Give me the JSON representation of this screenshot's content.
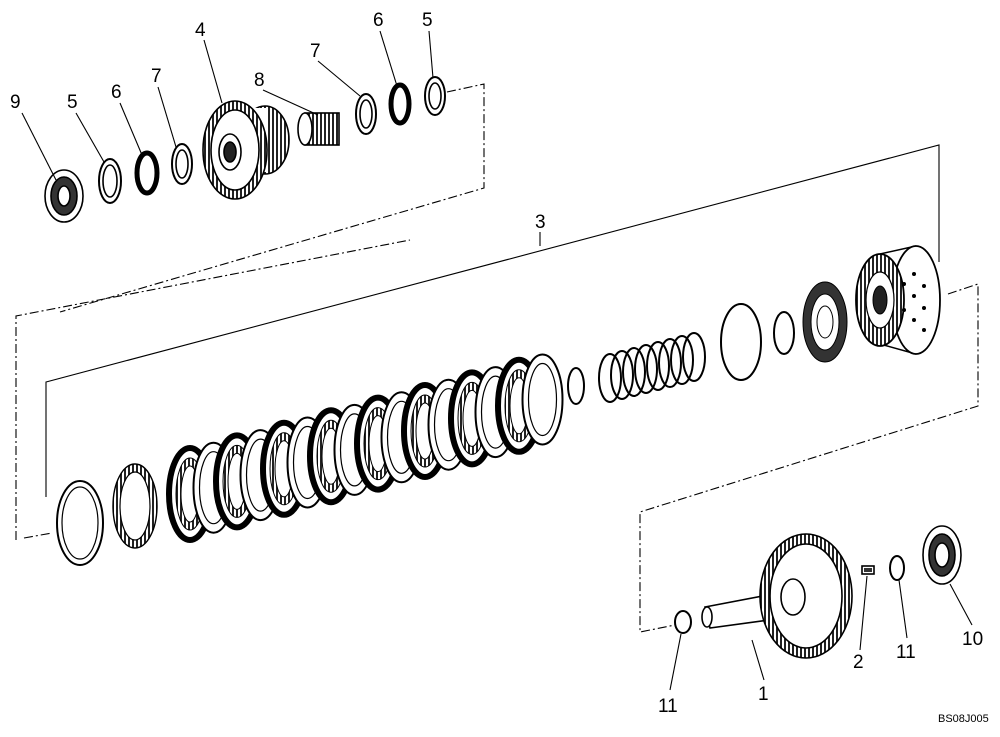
{
  "diagram": {
    "callouts": {
      "c9": "9",
      "c5a": "5",
      "c6a": "6",
      "c7a": "7",
      "c4": "4",
      "c8": "8",
      "c7b": "7",
      "c6b": "6",
      "c5b": "5",
      "c3": "3",
      "c11a": "11",
      "c1": "1",
      "c2": "2",
      "c11b": "11",
      "c10": "10"
    },
    "drawing_code": "BS08J005"
  }
}
